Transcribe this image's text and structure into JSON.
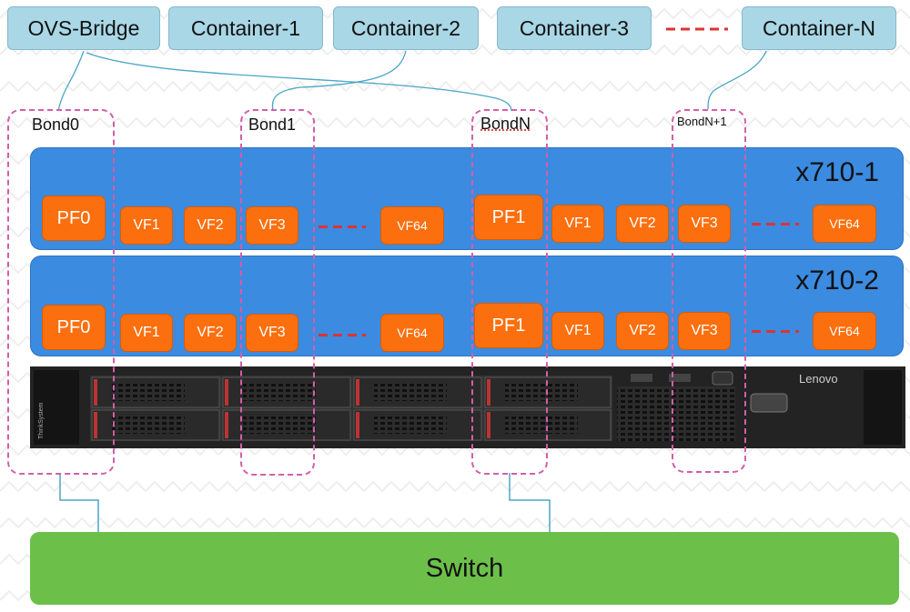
{
  "top_boxes": [
    "OVS-Bridge",
    "Container-1",
    "Container-2",
    "Container-3",
    "Container-N"
  ],
  "nics": [
    {
      "title": "x710-1"
    },
    {
      "title": "x710-2"
    }
  ],
  "ports": {
    "pf_left": "PF0",
    "pf_right": "PF1",
    "vf1": "VF1",
    "vf2": "VF2",
    "vf3": "VF3",
    "vf64": "VF64"
  },
  "bonds": [
    "Bond0",
    "Bond1",
    "BondN",
    "BondN+1"
  ],
  "server": {
    "brand": "Lenovo",
    "side_label": "ThinkSystem"
  },
  "switch_label": "Switch",
  "colors": {
    "top_box": "#a9d7e6",
    "nic": "#3b8be0",
    "port": "#fb6f0e",
    "bond_outline": "#d35ea8",
    "switch": "#6cc04a",
    "dash": "#dd3333",
    "link_line": "#4aa6c6"
  }
}
